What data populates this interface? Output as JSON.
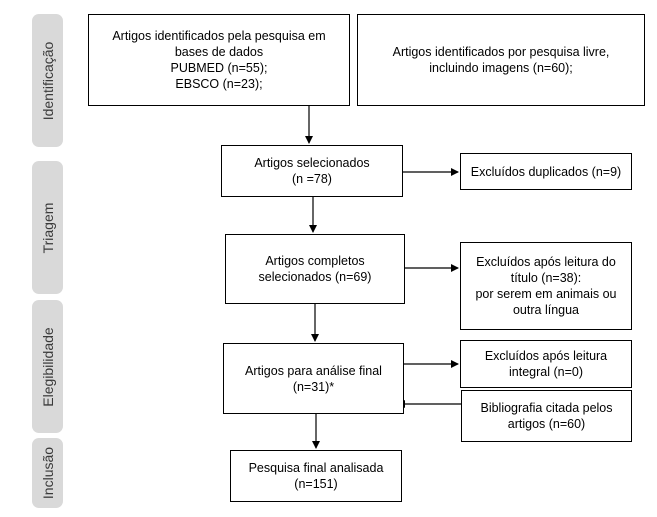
{
  "phases": {
    "identificacao": "Identificação",
    "triagem": "Triagem",
    "elegibilidade": "Elegibilidade",
    "inclusao": "Inclusão"
  },
  "boxes": {
    "db_search": [
      "Artigos identificados pela pesquisa em",
      "bases de dados",
      "PUBMED (n=55);",
      "EBSCO (n=23);"
    ],
    "free_search": [
      "Artigos identificados por pesquisa livre,",
      "incluindo imagens (n=60);"
    ],
    "selected": [
      "Artigos selecionados",
      "(n =78)"
    ],
    "excluded_duplicates": [
      "Excluídos duplicados (n=9)"
    ],
    "full_selected": [
      "Artigos completos",
      "selecionados (n=69)"
    ],
    "excluded_title": [
      "Excluídos após leitura do",
      "título (n=38):",
      "por serem em animais ou",
      "outra língua"
    ],
    "final_analysis": [
      "Artigos para análise final",
      "(n=31)*"
    ],
    "excluded_full": [
      "Excluídos após leitura",
      "integral (n=0)"
    ],
    "bibliography": [
      "Bibliografia citada pelos",
      "artigos (n=60)"
    ],
    "final_research": [
      "Pesquisa final analisada",
      "(n=151)"
    ]
  }
}
